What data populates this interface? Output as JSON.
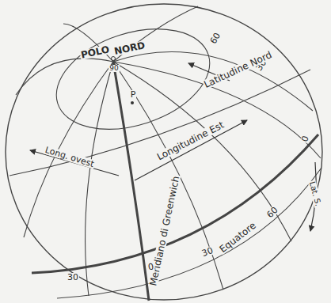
{
  "diagram": {
    "labels": [
      "POLO",
      "NORD",
      "90",
      "60",
      "30",
      "0",
      "Latitudine Nord",
      "Lat. S.",
      "P",
      "Long. ovest",
      "Longitudine Est",
      "Meridiano di Greenwich",
      "Equatore",
      "60",
      "30",
      "0",
      "30"
    ]
  }
}
